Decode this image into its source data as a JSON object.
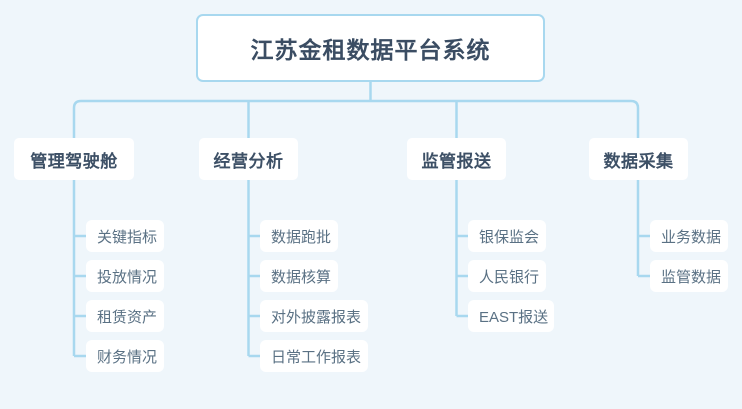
{
  "diagram": {
    "type": "org-tree",
    "title": "江苏金租数据平台系统",
    "orientation": "top-down",
    "colors": {
      "background": "#eff6fb",
      "node_fill": "#ffffff",
      "connector": "#a8d8ef",
      "root_border": "#a8d8ef",
      "root_text": "#3b4d63",
      "branch_text": "#3d5066",
      "leaf_text": "#5a7184"
    },
    "root": {
      "label": "江苏金租数据平台系统"
    },
    "branches": [
      {
        "label": "管理驾驶舱",
        "children": [
          {
            "label": "关键指标"
          },
          {
            "label": "投放情况"
          },
          {
            "label": "租赁资产"
          },
          {
            "label": "财务情况"
          }
        ]
      },
      {
        "label": "经营分析",
        "children": [
          {
            "label": "数据跑批"
          },
          {
            "label": "数据核算"
          },
          {
            "label": "对外披露报表"
          },
          {
            "label": "日常工作报表"
          }
        ]
      },
      {
        "label": "监管报送",
        "children": [
          {
            "label": "银保监会"
          },
          {
            "label": "人民银行"
          },
          {
            "label": "EAST报送"
          }
        ]
      },
      {
        "label": "数据采集",
        "children": [
          {
            "label": "业务数据"
          },
          {
            "label": "监管数据"
          }
        ]
      }
    ]
  }
}
